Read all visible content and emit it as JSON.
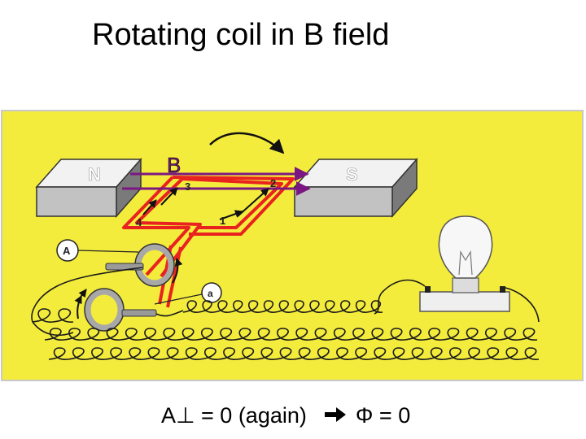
{
  "slide": {
    "title": "Rotating coil in B field"
  },
  "diagram": {
    "north_pole_label": "N",
    "south_pole_label": "S",
    "field_label": "B",
    "segment_labels": [
      "1",
      "2",
      "3",
      "4"
    ],
    "brush_a_label": "A",
    "brush_b_label": "a",
    "background_color": "#f4ec3c",
    "coil_color": "#e8231f",
    "field_line_color": "#7b1782",
    "icons": [
      "rotation-arrow-icon",
      "light-bulb-icon",
      "slip-ring-icon"
    ]
  },
  "equation": {
    "left": "A⊥ = 0 (again)",
    "implies_icon": "right-arrow-icon",
    "right": "Φ = 0"
  }
}
